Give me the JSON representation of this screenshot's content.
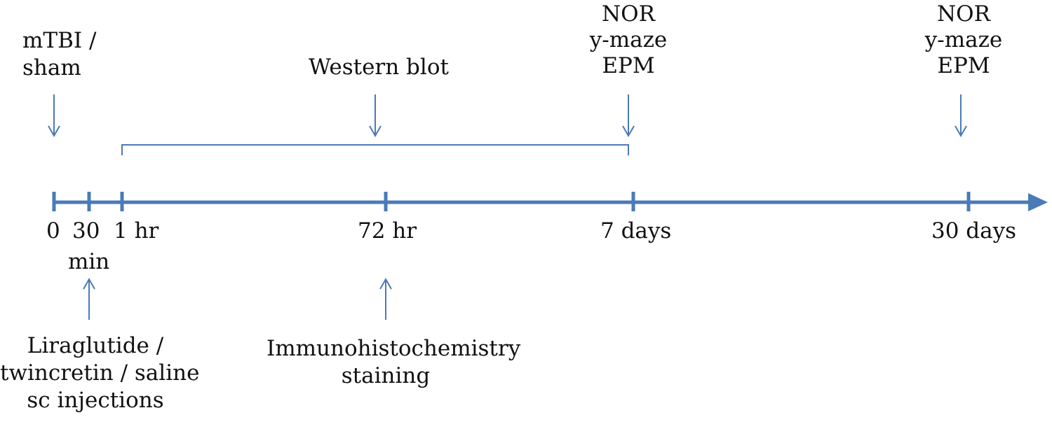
{
  "colors": {
    "line": "#4a7ab8",
    "text": "#111111"
  },
  "timeline": {
    "ticks": [
      {
        "label": "0"
      },
      {
        "label": "30"
      },
      {
        "label": "1 hr"
      },
      {
        "label": "72 hr"
      },
      {
        "label": "7 days"
      },
      {
        "label": "30 days"
      }
    ],
    "min_label": "min"
  },
  "top_annotations": {
    "injury": [
      "mTBI /",
      "sham"
    ],
    "western": [
      "Western blot"
    ],
    "behavior_7d": [
      "NOR",
      "y-maze",
      "EPM"
    ],
    "behavior_30d": [
      "NOR",
      "y-maze",
      "EPM"
    ]
  },
  "bottom_annotations": {
    "treatment": [
      "Liraglutide /",
      "twincretin / saline",
      "sc injections"
    ],
    "ihc": [
      "Immunohistochemistry",
      "staining"
    ]
  }
}
